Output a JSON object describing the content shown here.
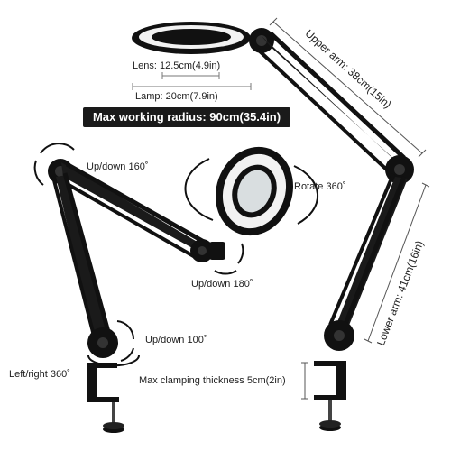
{
  "labels": {
    "lens": "Lens: 12.5cm(4.9in)",
    "lamp": "Lamp: 20cm(7.9in)",
    "max_radius": "Max working radius: 90cm(35.4in)",
    "upper_arm": "Upper arm: 38cm(15in)",
    "lower_arm": "Lower arm: 41cm(16in)",
    "updown_160": "Up/down 160˚",
    "rotate_360": "Rotate 360˚",
    "updown_180": "Up/down 180˚",
    "updown_100": "Up/down 100˚",
    "leftright_360": "Left/right 360˚",
    "clamp": "Max clamping thickness 5cm(2in)"
  },
  "colors": {
    "product": "#111111",
    "ring_light": "#f2f2f2",
    "lens_glass": "#d9dee0",
    "banner_bg": "#1a1a1a",
    "dimension_line": "#555555"
  }
}
